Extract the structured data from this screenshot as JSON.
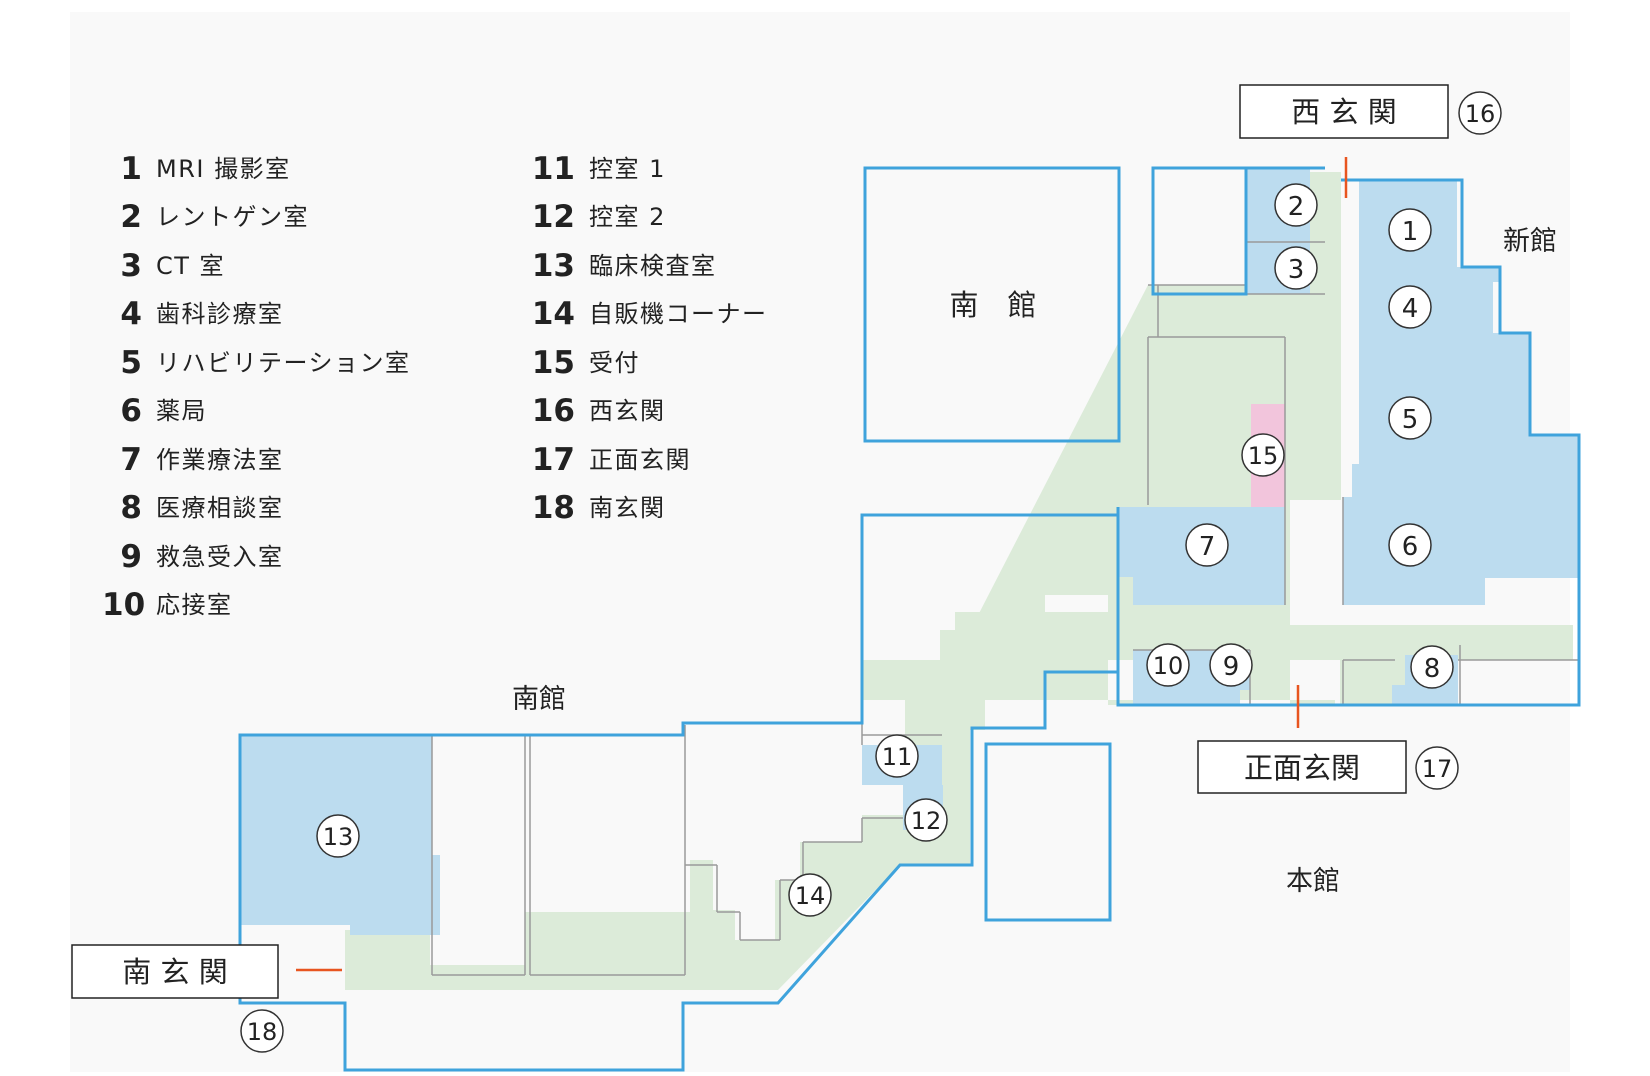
{
  "legend": {
    "left": [
      {
        "no": "1",
        "name": "MRI 撮影室"
      },
      {
        "no": "2",
        "name": "レントゲン室"
      },
      {
        "no": "3",
        "name": "CT 室"
      },
      {
        "no": "4",
        "name": "歯科診療室"
      },
      {
        "no": "5",
        "name": "リハビリテーション室"
      },
      {
        "no": "6",
        "name": "薬局"
      },
      {
        "no": "7",
        "name": "作業療法室"
      },
      {
        "no": "8",
        "name": "医療相談室"
      },
      {
        "no": "9",
        "name": "救急受入室"
      },
      {
        "no": "10",
        "name": "応接室"
      }
    ],
    "right": [
      {
        "no": "11",
        "name": "控室 1"
      },
      {
        "no": "12",
        "name": "控室 2"
      },
      {
        "no": "13",
        "name": "臨床検査室"
      },
      {
        "no": "14",
        "name": "自販機コーナー"
      },
      {
        "no": "15",
        "name": "受付"
      },
      {
        "no": "16",
        "name": "西玄関"
      },
      {
        "no": "17",
        "name": "正面玄関"
      },
      {
        "no": "18",
        "name": "南玄関"
      }
    ]
  },
  "buildings": {
    "south_hall_block": "南　館",
    "south_hall": "南館",
    "new_hall": "新館",
    "main_hall": "本館"
  },
  "entrances": {
    "west": {
      "label": "西 玄 関",
      "no": "16"
    },
    "front": {
      "label": "正面玄関",
      "no": "17"
    },
    "south": {
      "label": "南 玄 関",
      "no": "18"
    }
  },
  "room_markers": [
    "1",
    "2",
    "3",
    "4",
    "5",
    "6",
    "7",
    "8",
    "9",
    "10",
    "11",
    "12",
    "13",
    "14",
    "15"
  ],
  "colors": {
    "outline": "#3fa3dc",
    "room_blue": "#bcdcef",
    "corridor_green": "#dcebd9",
    "reception_pink": "#f2c5dc",
    "entrance_mark": "#e85520",
    "wall_gray": "#9a9a9a"
  }
}
